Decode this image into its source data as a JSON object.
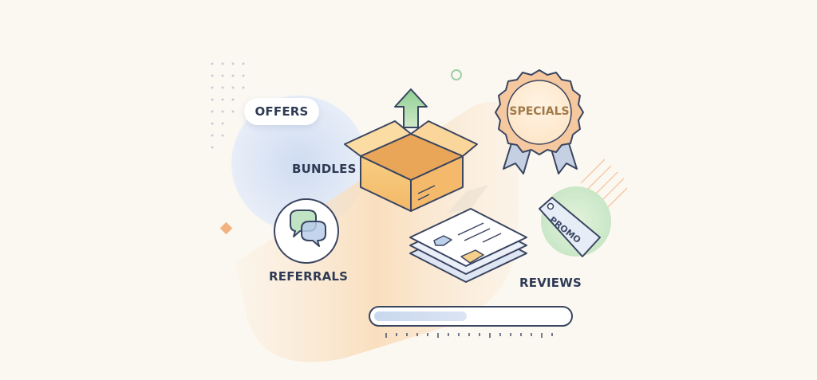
{
  "labels": {
    "offers": "OFFERS",
    "bundles": "BUNDLES",
    "specials": "SPECIALS",
    "referrals": "REFERRALS",
    "reviews": "REVIEWS",
    "promo": "PROMO"
  },
  "progress": {
    "fraction": 0.48
  },
  "icons": [
    "open-box-icon",
    "up-arrow-icon",
    "rosette-badge-icon",
    "chat-bubbles-icon",
    "review-cards-icon",
    "thumbs-up-icon",
    "price-tag-icon"
  ],
  "colors": {
    "background": "#fbf8f2",
    "ink": "#2f3b55",
    "box": "#f6c47a",
    "arrow": "#7cc08a",
    "badge": "#f3c29a",
    "tag_glow": "#cfe8cf",
    "blue_glow": "#dbe6f5"
  }
}
